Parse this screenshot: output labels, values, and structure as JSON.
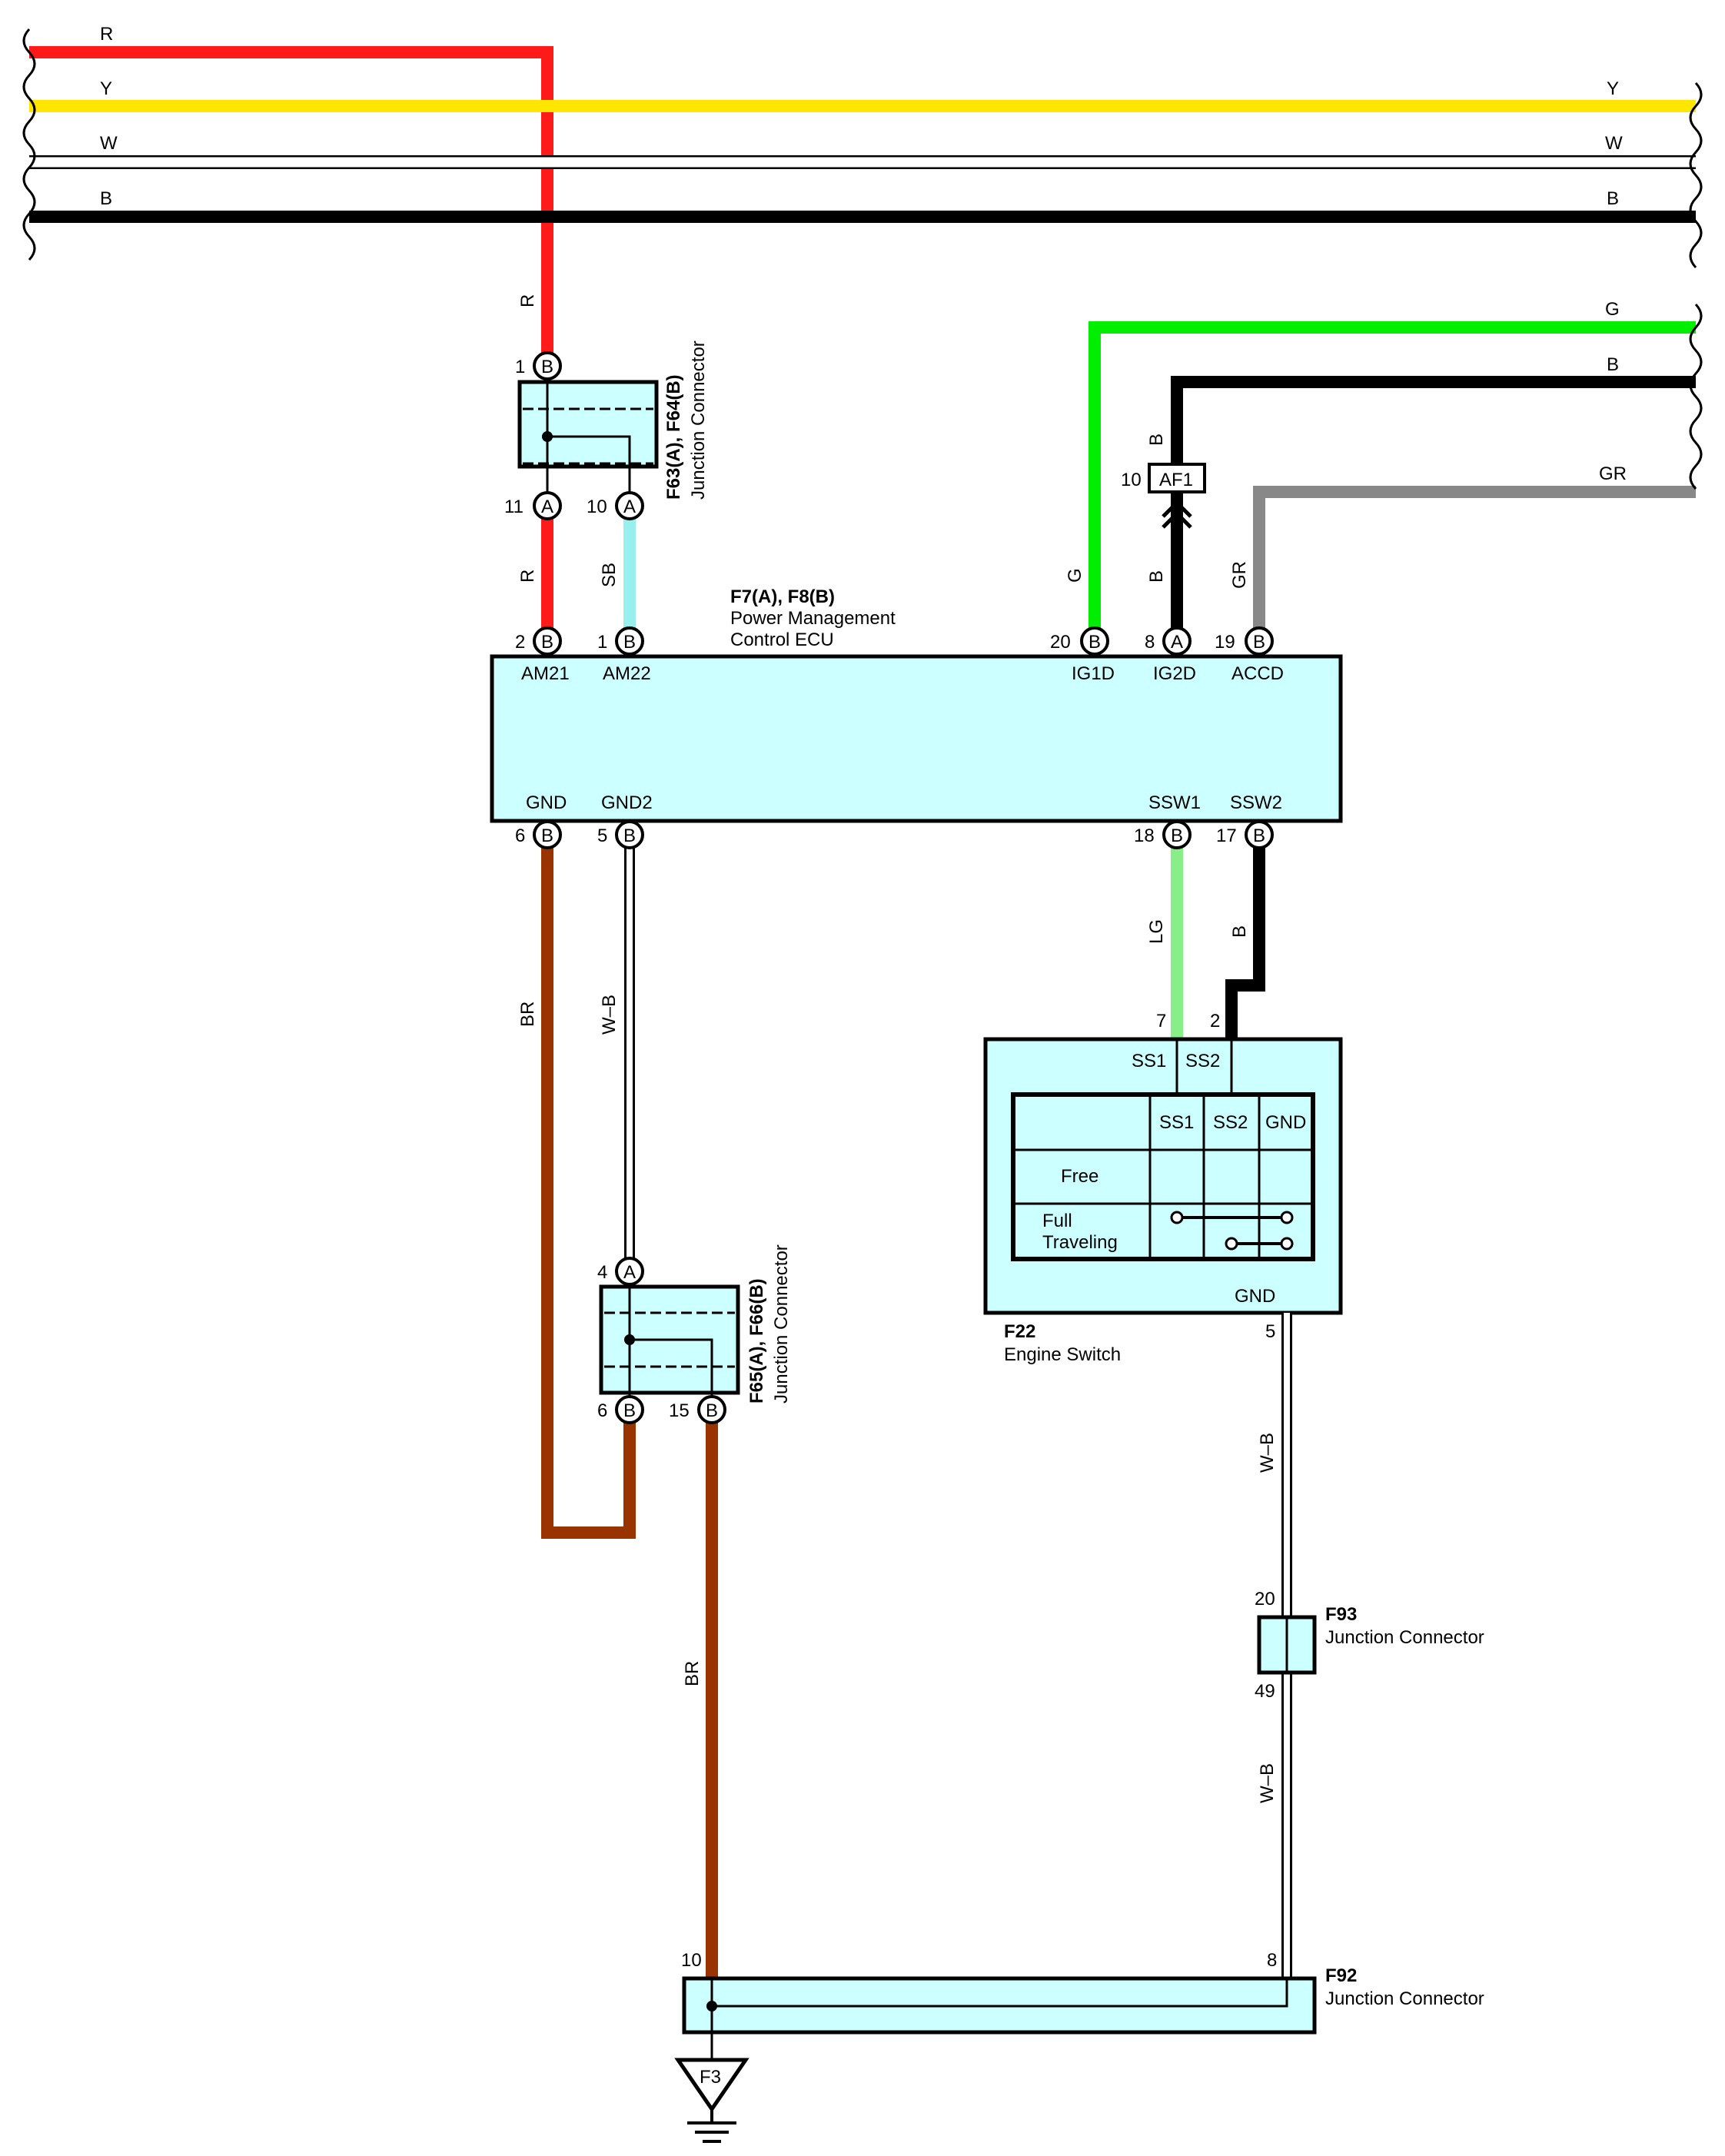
{
  "colors": {
    "R": "#ff1a1a",
    "Y": "#ffe600",
    "W": "#ffffff",
    "B": "#000000",
    "G": "#00ee00",
    "GR": "#888888",
    "SB": "#99eeee",
    "LG": "#88ee88",
    "BR": "#993300",
    "WB": "#ffffff",
    "box_fill": "#ccffff"
  },
  "bus": {
    "left_labels": [
      "R",
      "Y",
      "W",
      "B"
    ],
    "right_labels": [
      "Y",
      "W",
      "B"
    ]
  },
  "right_wires": {
    "g": "G",
    "b": "B",
    "gr": "GR"
  },
  "ecu": {
    "title": "F7(A), F8(B)",
    "line1": "Power Management",
    "line2": "Control ECU",
    "top_terminals": [
      "AM21",
      "AM22",
      "IG1D",
      "IG2D",
      "ACCD"
    ],
    "bottom_terminals": [
      "GND",
      "GND2",
      "SSW1",
      "SSW2"
    ],
    "top_pins": [
      {
        "num": "2",
        "conn": "B"
      },
      {
        "num": "1",
        "conn": "B"
      },
      {
        "num": "20",
        "conn": "B"
      },
      {
        "num": "8",
        "conn": "A"
      },
      {
        "num": "19",
        "conn": "B"
      }
    ],
    "bottom_pins": [
      {
        "num": "6",
        "conn": "B"
      },
      {
        "num": "5",
        "conn": "B"
      },
      {
        "num": "18",
        "conn": "B"
      },
      {
        "num": "17",
        "conn": "B"
      }
    ]
  },
  "jc_top": {
    "title": "F63(A), F64(B)",
    "subtitle": "Junction Connector",
    "pin_in": {
      "num": "1",
      "conn": "B"
    },
    "pin_out1": {
      "num": "11",
      "conn": "A"
    },
    "pin_out2": {
      "num": "10",
      "conn": "A"
    }
  },
  "af1": {
    "num": "10",
    "label": "AF1"
  },
  "wire_labels": {
    "r_top": "R",
    "r_mid": "R",
    "sb": "SB",
    "g": "G",
    "b_af1_top": "B",
    "b_af1_bottom": "B",
    "gr": "GR",
    "br_left": "BR",
    "wb_left": "W–B",
    "lg": "LG",
    "b_ssw2": "B",
    "br_bottom": "BR",
    "wb_right1": "W–B",
    "wb_right2": "W–B"
  },
  "engine_switch": {
    "title": "F22",
    "subtitle": "Engine Switch",
    "pin_ss1": "7",
    "pin_ss2": "2",
    "pin_gnd": "5",
    "term_ss1": "SS1",
    "term_ss2": "SS2",
    "term_gnd": "GND",
    "table_headers": [
      "SS1",
      "SS2",
      "GND"
    ],
    "row1": "Free",
    "row2_line1": "Full",
    "row2_line2": "Traveling"
  },
  "jc_mid": {
    "title": "F65(A), F66(B)",
    "subtitle": "Junction Connector",
    "pin_in": {
      "num": "4",
      "conn": "A"
    },
    "pin_out1": {
      "num": "6",
      "conn": "B"
    },
    "pin_out2": {
      "num": "15",
      "conn": "B"
    }
  },
  "f93": {
    "title": "F93",
    "subtitle": "Junction Connector",
    "pin_top": "20",
    "pin_bottom": "49"
  },
  "f92": {
    "title": "F92",
    "subtitle": "Junction Connector",
    "pin_left": "10",
    "pin_right": "8"
  },
  "ground": {
    "label": "F3"
  }
}
